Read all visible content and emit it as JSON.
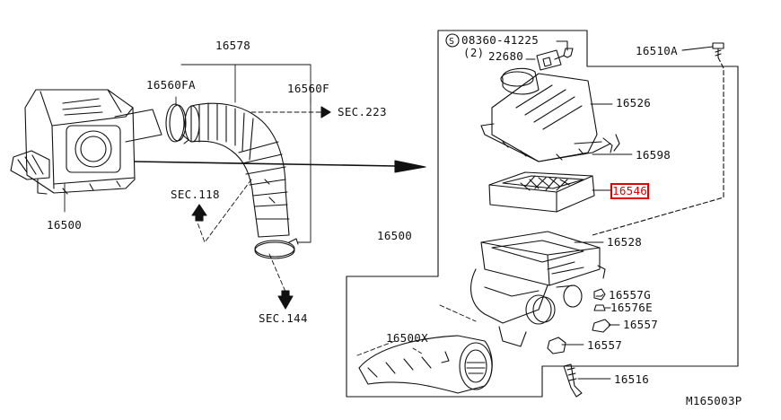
{
  "labels": {
    "p16578": "16578",
    "p16560fa": "16560FA",
    "p16560f": "16560F",
    "sec223": "SEC.223",
    "sec118": "SEC.118",
    "sec144": "SEC.144",
    "p16500_left": "16500",
    "p16500_right": "16500",
    "bolt_code": "08360-41225",
    "bolt_qty": "(2)",
    "p22680": "22680",
    "p16510a": "16510A",
    "p16526": "16526",
    "p16598": "16598",
    "p16546": "16546",
    "p16528": "16528",
    "p16557g": "16557G",
    "p16576e": "16576E",
    "p16557_a": "16557",
    "p16557_b": "16557",
    "p16500x": "16500X",
    "p16516": "16516",
    "diagram_id": "M165003P"
  },
  "highlight_color": "#e00000"
}
